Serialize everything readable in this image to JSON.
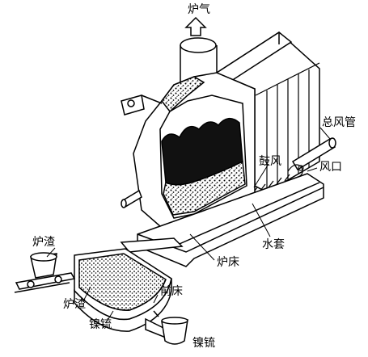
{
  "labels": {
    "furnace_gas": "炉气",
    "main_air_pipe": "总风管",
    "blast": "鼓风",
    "tuyere": "风口",
    "water_jacket": "水套",
    "hearth": "炉床",
    "forehearth": "前床",
    "slag_left": "炉渣",
    "slag_inside": "炉渣",
    "matte_inside": "镍锍",
    "matte_bottom": "镍锍"
  },
  "colors": {
    "ink": "#000000",
    "paper": "#ffffff",
    "charge": "#111111"
  },
  "icons": [
    "up-arrow-icon",
    "rail-cart-icon",
    "ladle-icon"
  ]
}
